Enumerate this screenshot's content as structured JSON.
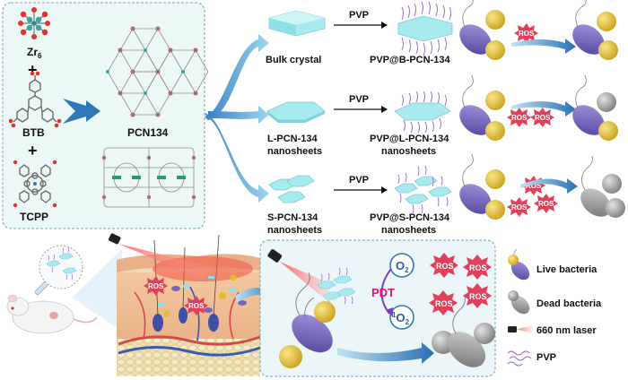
{
  "inputs": {
    "zr6": "Zr",
    "zr6_sub": "6",
    "plus": "+",
    "btb": "BTB",
    "tcpp": "TCPP"
  },
  "framework": {
    "name": "PCN134"
  },
  "routes": [
    {
      "start": [
        "Bulk crystal"
      ],
      "reagent": "PVP",
      "product": [
        "PVP@B-PCN-134"
      ],
      "ros": [
        "ROS"
      ]
    },
    {
      "start": [
        "L-PCN-134",
        "nanosheets"
      ],
      "reagent": "PVP",
      "product": [
        "PVP@L-PCN-134",
        "nanosheets"
      ],
      "ros": [
        "ROS",
        "ROS"
      ]
    },
    {
      "start": [
        "S-PCN-134",
        "nanosheets"
      ],
      "reagent": "PVP",
      "product": [
        "PVP@S-PCN-134",
        "nanosheets"
      ],
      "ros": [
        "ROS",
        "ROS",
        "ROS"
      ]
    }
  ],
  "skin": {
    "ros_a": "ROS",
    "ros_b": "ROS"
  },
  "mechanism": {
    "pdt": "PDT",
    "o2": "O",
    "o2_sub": "2",
    "singlet_sup": "1",
    "singlet": "O",
    "singlet_sub": "2",
    "ros": [
      "ROS",
      "ROS",
      "ROS",
      "ROS"
    ]
  },
  "legend": {
    "live": "Live bacteria",
    "dead": "Dead bacteria",
    "laser": "660 nm laser",
    "pvp": "PVP"
  },
  "colors": {
    "panel_bg": "#ecf8f6",
    "panel_border": "#6fa7b0",
    "arrow_blue": "#2f78b8",
    "crystal": "#8fe0e8",
    "live_bacteria": "#7766b8",
    "dead_bacteria": "#8a8a8a",
    "coccus": "#e3bd2a",
    "ros_burst": "#e2405a",
    "pdt_text": "#e0186a",
    "laser_red": "#e8303a",
    "pvp": "#9b6cc8"
  }
}
